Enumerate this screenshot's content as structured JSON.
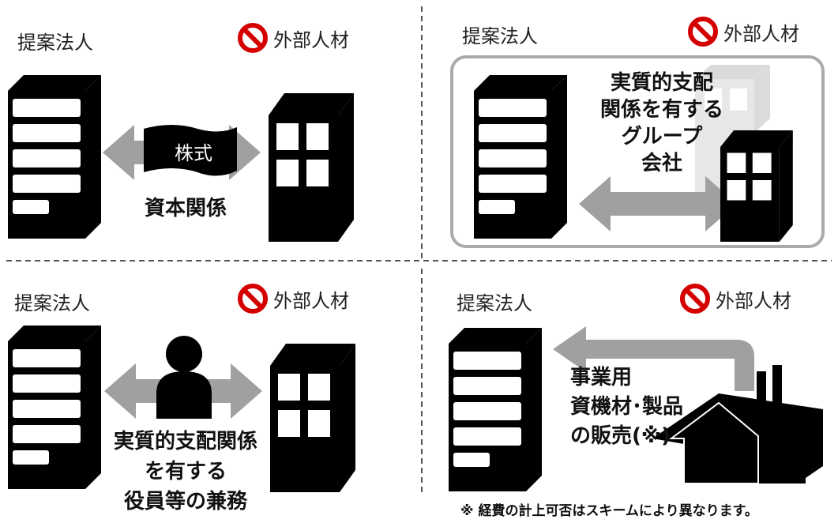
{
  "panels": {
    "top_left": {
      "company": "提案法人",
      "external": "外部人材",
      "stock": "株式",
      "relation": "資本関係"
    },
    "top_right": {
      "company": "提案法人",
      "external": "外部人材",
      "group_lines": [
        "実質的支配",
        "関係を有する",
        "グループ",
        "会社"
      ]
    },
    "bottom_left": {
      "company": "提案法人",
      "external": "外部人材",
      "caption_lines": [
        "実質的支配関係",
        "を有する",
        "役員等の兼務"
      ]
    },
    "bottom_right": {
      "company": "提案法人",
      "external": "外部人材",
      "sales_lines": [
        "事業用",
        "資機材･製品",
        "の販売(※)"
      ]
    }
  },
  "footnote": "※ 経費の計上可否はスキームにより異なります。",
  "icons": {
    "prohibition": "no-entry-icon",
    "building": "building-icon",
    "person": "person-icon",
    "house": "house-icon"
  },
  "colors": {
    "prohibition": "#d40000",
    "arrow": "#a0a0a0",
    "building": "#000000",
    "divider": "#555555"
  }
}
